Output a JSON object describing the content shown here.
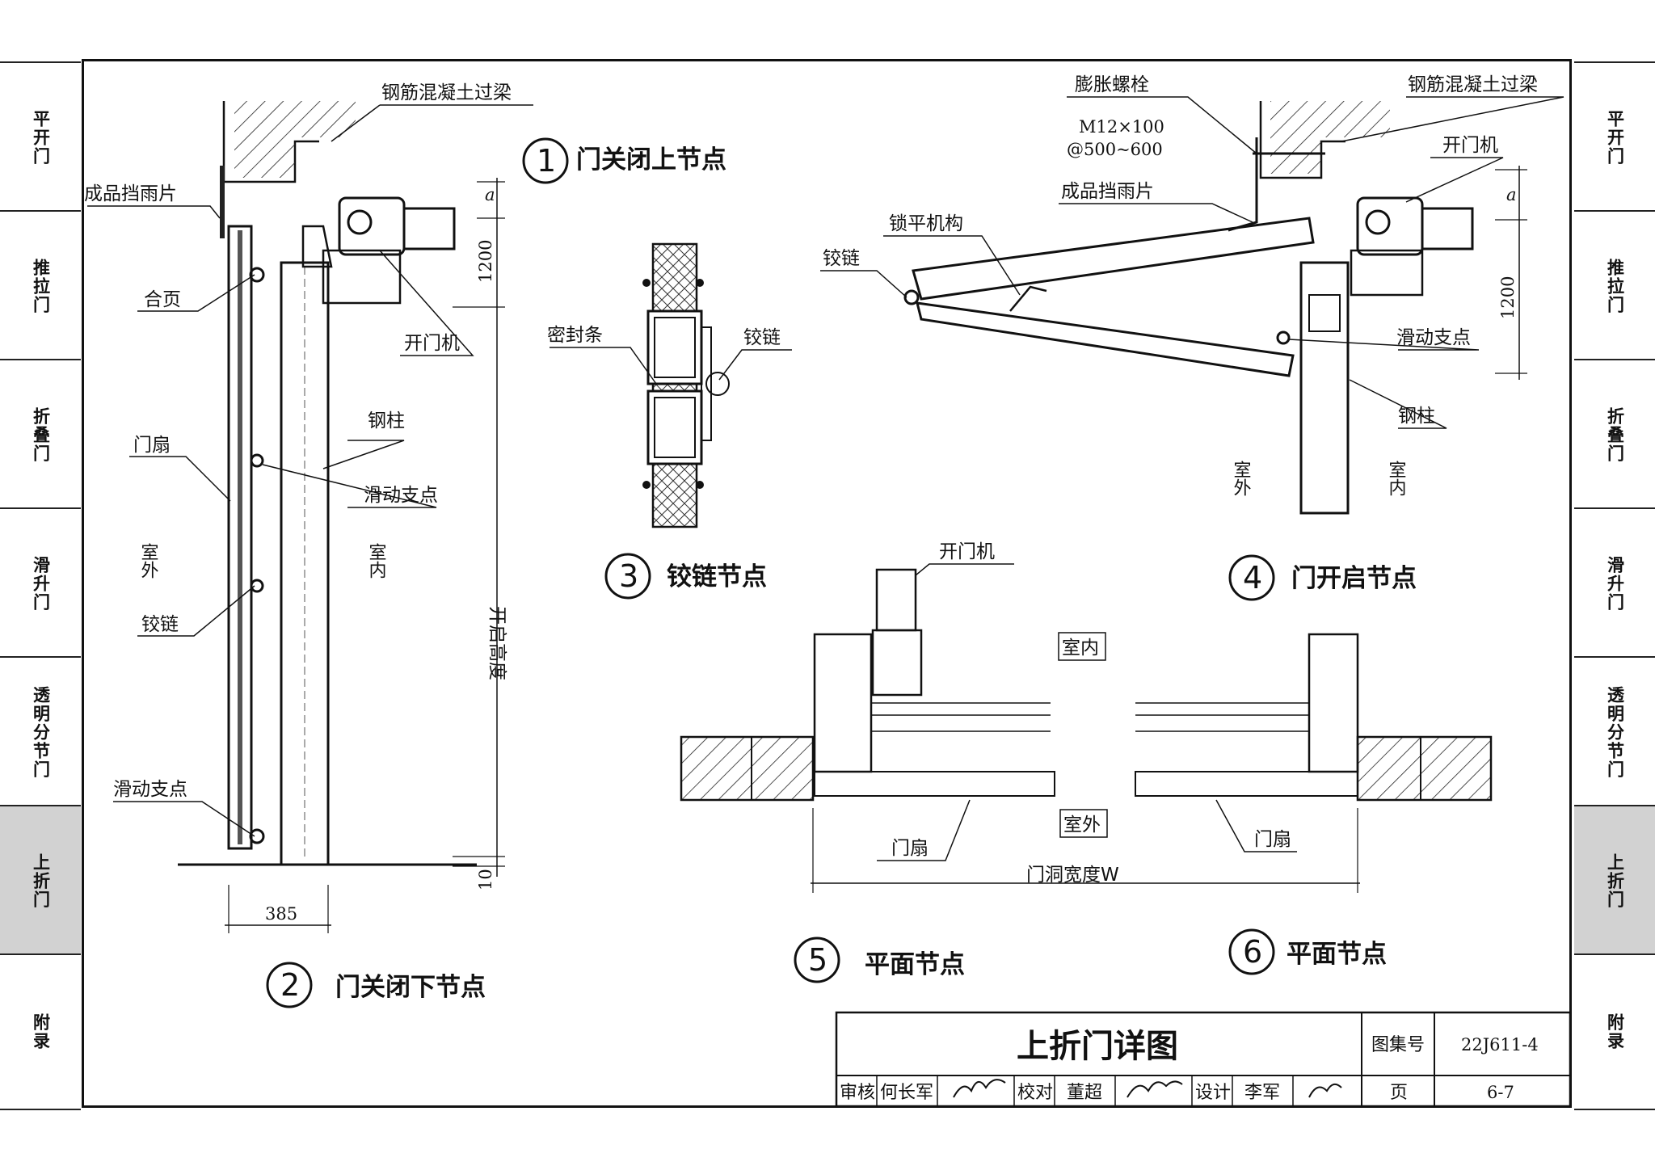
{
  "side_tabs": [
    {
      "label": "平开门",
      "active": false
    },
    {
      "label": "推拉门",
      "active": false
    },
    {
      "label": "折叠门",
      "active": false
    },
    {
      "label": "滑升门",
      "active": false
    },
    {
      "label": "透明分节门",
      "active": false
    },
    {
      "label": "上折门",
      "active": true
    },
    {
      "label": "附录",
      "active": false
    }
  ],
  "details": {
    "d1": {
      "num": "1",
      "title": "门关闭上节点"
    },
    "d2": {
      "num": "2",
      "title": "门关闭下节点"
    },
    "d3": {
      "num": "3",
      "title": "铰链节点"
    },
    "d4": {
      "num": "4",
      "title": "门开启节点"
    },
    "d5": {
      "num": "5",
      "title": "平面节点"
    },
    "d6": {
      "num": "6",
      "title": "平面节点"
    }
  },
  "labels": {
    "rc_beam": "钢筋混凝土过梁",
    "rain_guard": "成品挡雨片",
    "hinge_leaf": "合页",
    "opener": "开门机",
    "door_leaf": "门扇",
    "steel_column": "钢柱",
    "sliding_pivot": "滑动支点",
    "outdoor": "室外",
    "indoor": "室内",
    "hinge": "铰链",
    "seal_strip": "密封条",
    "expansion_bolt": "膨胀螺栓",
    "bolt_spec_1": "M12×100",
    "bolt_spec_2": "@500~600",
    "lock_mechanism": "锁平机构",
    "opening_height": "开启高度",
    "opening_width": "门洞宽度W"
  },
  "dims": {
    "a": "a",
    "d1200": "1200",
    "d385": "385",
    "d10": "10"
  },
  "title_block": {
    "title": "上折门详图",
    "atlas_label": "图集号",
    "atlas_no": "22J611-4",
    "review_label": "审核",
    "reviewer": "何长军",
    "check_label": "校对",
    "checker": "董超",
    "design_label": "设计",
    "designer": "李军",
    "page_label": "页",
    "page_no": "6-7"
  }
}
